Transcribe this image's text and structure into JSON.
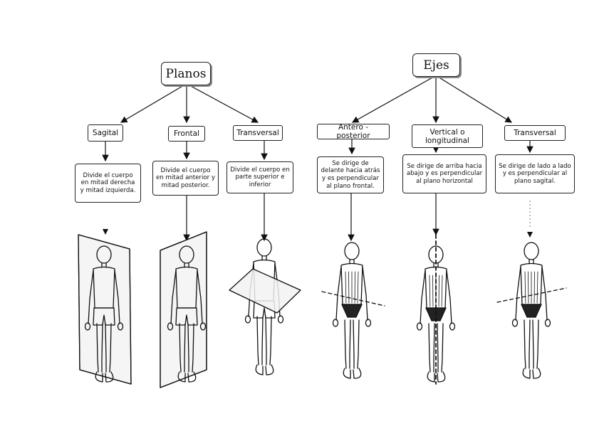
{
  "planos": {
    "title": "Planos",
    "items": [
      {
        "label": "Sagital",
        "desc": "Divide el cuerpo en mitad derecha y mitad izquierda."
      },
      {
        "label": "Frontal",
        "desc": "Divide el cuerpo en mitad anterior y mitad posterior."
      },
      {
        "label": "Transversal",
        "desc": "Divide el cuerpo en parte superior e inferior"
      }
    ]
  },
  "ejes": {
    "title": "Ejes",
    "items": [
      {
        "label": "Antero - posterior",
        "desc": "Se dirige de delante hacia atrás y es perpendicular al plano frontal."
      },
      {
        "label": "Vertical o longitudinal",
        "desc": "Se dirige de arriba hacia abajo y es perpendicular al plano horizontal"
      },
      {
        "label": "Transversal",
        "desc": "Se dirige de lado a lado y es perpendicular al plano sagital."
      }
    ]
  },
  "figures": [
    {
      "name": "sagittal-plane-figure",
      "type": "plane-sagittal"
    },
    {
      "name": "frontal-plane-figure",
      "type": "plane-frontal"
    },
    {
      "name": "transverse-plane-figure",
      "type": "plane-transverse"
    },
    {
      "name": "anteroposterior-axis-figure",
      "type": "axis-ap"
    },
    {
      "name": "vertical-axis-figure",
      "type": "axis-vertical"
    },
    {
      "name": "transverse-axis-figure",
      "type": "axis-transverse"
    }
  ]
}
